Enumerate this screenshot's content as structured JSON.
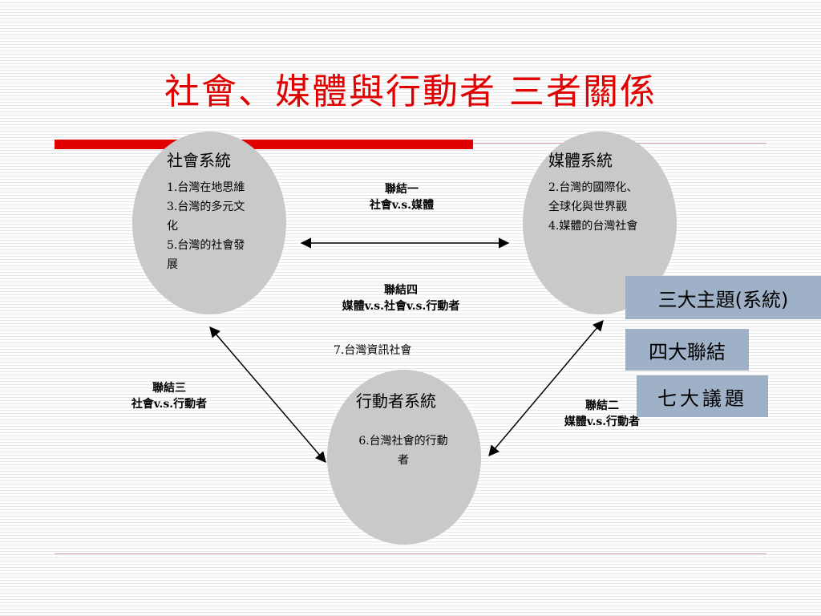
{
  "title": "社會、媒體與行動者  三者關係",
  "systems": {
    "social": {
      "title": "社會系統",
      "items": [
        "1.台灣在地思維",
        "3.台灣的多元文化",
        "5.台灣的社會發展"
      ]
    },
    "media": {
      "title": "媒體系統",
      "items": [
        "2.台灣的國際化、全球化與世界觀",
        "4.媒體的台灣社會"
      ]
    },
    "actor": {
      "title": "行動者系統",
      "items": [
        "6.台灣社會的行動者"
      ]
    }
  },
  "links": {
    "link1": {
      "name": "聯結一",
      "desc": "社會v.s.媒體"
    },
    "link2": {
      "name": "聯結二",
      "desc": "媒體v.s.行動者"
    },
    "link3": {
      "name": "聯結三",
      "desc": "社會v.s.行動者"
    },
    "link4": {
      "name": "聯結四",
      "desc": "媒體v.s.社會v.s.行動者"
    }
  },
  "topic7": "7.台灣資訊社會",
  "legend": {
    "themes": "三大主題(系統)",
    "links": "四大聯結",
    "issues": "七大議題"
  },
  "colors": {
    "title": "#e00000",
    "ellipse": "#c9c9c9",
    "legend_box": "#9fb1c6"
  }
}
